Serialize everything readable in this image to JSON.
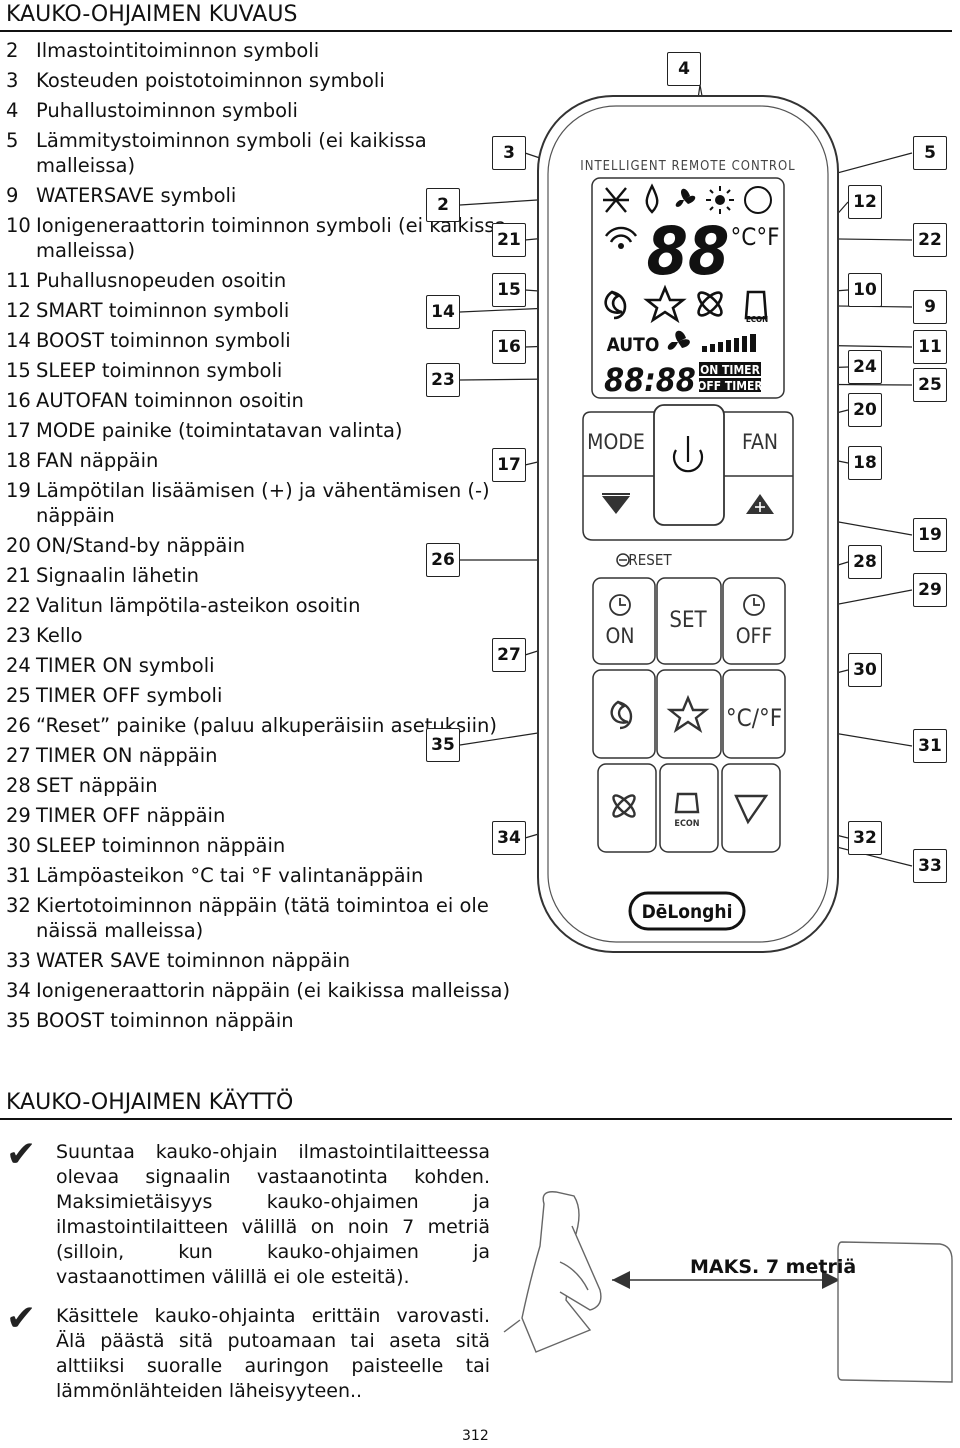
{
  "section1_title": "KAUKO-OHJAIMEN KUVAUS",
  "legend": [
    {
      "n": "2",
      "t": "Ilmastointitoiminnon symboli"
    },
    {
      "n": "3",
      "t": "Kosteuden poistotoiminnon symboli"
    },
    {
      "n": "4",
      "t": "Puhallustoiminnon symboli"
    },
    {
      "n": "5",
      "t": "Lämmitystoiminnon symboli (ei kaikissa malleissa)"
    },
    {
      "n": "9",
      "t": "WATERSAVE symboli"
    },
    {
      "n": "10",
      "t": "Ionigeneraattorin toiminnon symboli (ei kaikissa malleissa)"
    },
    {
      "n": "11",
      "t": "Puhallusnopeuden osoitin"
    },
    {
      "n": "12",
      "t": "SMART toiminnon symboli"
    },
    {
      "n": "14",
      "t": "BOOST toiminnon symboli"
    },
    {
      "n": "15",
      "t": "SLEEP toiminnon symboli"
    },
    {
      "n": "16",
      "t": "AUTOFAN toiminnon osoitin"
    },
    {
      "n": "17",
      "t": "MODE painike (toimintatavan valinta)"
    },
    {
      "n": "18",
      "t": "FAN näppäin"
    },
    {
      "n": "19",
      "t": "Lämpötilan lisäämisen (+) ja vähentämisen (-) näppäin"
    },
    {
      "n": "20",
      "t": "ON/Stand-by näppäin"
    },
    {
      "n": "21",
      "t": "Signaalin lähetin"
    },
    {
      "n": "22",
      "t": "Valitun lämpötila-asteikon osoitin"
    },
    {
      "n": "23",
      "t": "Kello"
    },
    {
      "n": "24",
      "t": "TIMER ON symboli"
    },
    {
      "n": "25",
      "t": "TIMER OFF symboli"
    },
    {
      "n": "26",
      "t": "“Reset” painike (paluu alkuperäisiin asetuksiin)"
    },
    {
      "n": "27",
      "t": "TIMER ON näppäin"
    },
    {
      "n": "28",
      "t": "SET näppäin"
    },
    {
      "n": "29",
      "t": "TIMER OFF näppäin"
    },
    {
      "n": "30",
      "t": "SLEEP toiminnon näppäin"
    },
    {
      "n": "31",
      "t": "Lämpöasteikon °C tai °F valintanäppäin"
    },
    {
      "n": "32",
      "t": "Kiertotoiminnon näppäin (tätä toimintoa ei ole näissä malleissa)"
    },
    {
      "n": "33",
      "t": "WATER SAVE toiminnon näppäin"
    },
    {
      "n": "34",
      "t": "Ionigeneraattorin näppäin (ei kaikissa malleissa)"
    },
    {
      "n": "35",
      "t": "BOOST toiminnon näppäin"
    }
  ],
  "remote": {
    "header": "INTELLIGENT REMOTE CONTROL",
    "digits": "88",
    "units": "°C°F",
    "auto": "AUTO",
    "clock": "88:88",
    "on_timer": "ON TIMER",
    "off_timer": "OFF TIMER",
    "econ": "ECON",
    "mode": "MODE",
    "fan": "FAN",
    "reset": "RESET",
    "set": "SET",
    "on": "ON",
    "off": "OFF",
    "cf": "°C/°F",
    "brand": "DēLonghi"
  },
  "callouts": [
    {
      "id": "4"
    },
    {
      "id": "3"
    },
    {
      "id": "5"
    },
    {
      "id": "2"
    },
    {
      "id": "12"
    },
    {
      "id": "21"
    },
    {
      "id": "22"
    },
    {
      "id": "15"
    },
    {
      "id": "10"
    },
    {
      "id": "14"
    },
    {
      "id": "9"
    },
    {
      "id": "16"
    },
    {
      "id": "11"
    },
    {
      "id": "23"
    },
    {
      "id": "24"
    },
    {
      "id": "25"
    },
    {
      "id": "20"
    },
    {
      "id": "17"
    },
    {
      "id": "18"
    },
    {
      "id": "19"
    },
    {
      "id": "26"
    },
    {
      "id": "28"
    },
    {
      "id": "29"
    },
    {
      "id": "27"
    },
    {
      "id": "30"
    },
    {
      "id": "35"
    },
    {
      "id": "31"
    },
    {
      "id": "34"
    },
    {
      "id": "32"
    },
    {
      "id": "33"
    }
  ],
  "section2_title": "KAUKO-OHJAIMEN KÄYTTÖ",
  "usage": [
    "Suuntaa kauko-ohjain ilmastointilaitteessa olevaa signaalin vastaanotinta kohden. Maksimietäisyys kauko-ohjaimen ja ilmastointilaitteen välillä on noin 7 metriä (silloin, kun kauko-ohjaimen ja vastaanottimen välillä ei ole esteitä).",
    "Käsittele kauko-ohjainta erittäin varovasti. Älä päästä sitä putoamaan tai aseta sitä alttiiksi suoralle auringon paisteelle tai lämmönlähteiden läheisyyteen.."
  ],
  "distance_label": "MAKS. 7 metriä",
  "page_number": "312"
}
